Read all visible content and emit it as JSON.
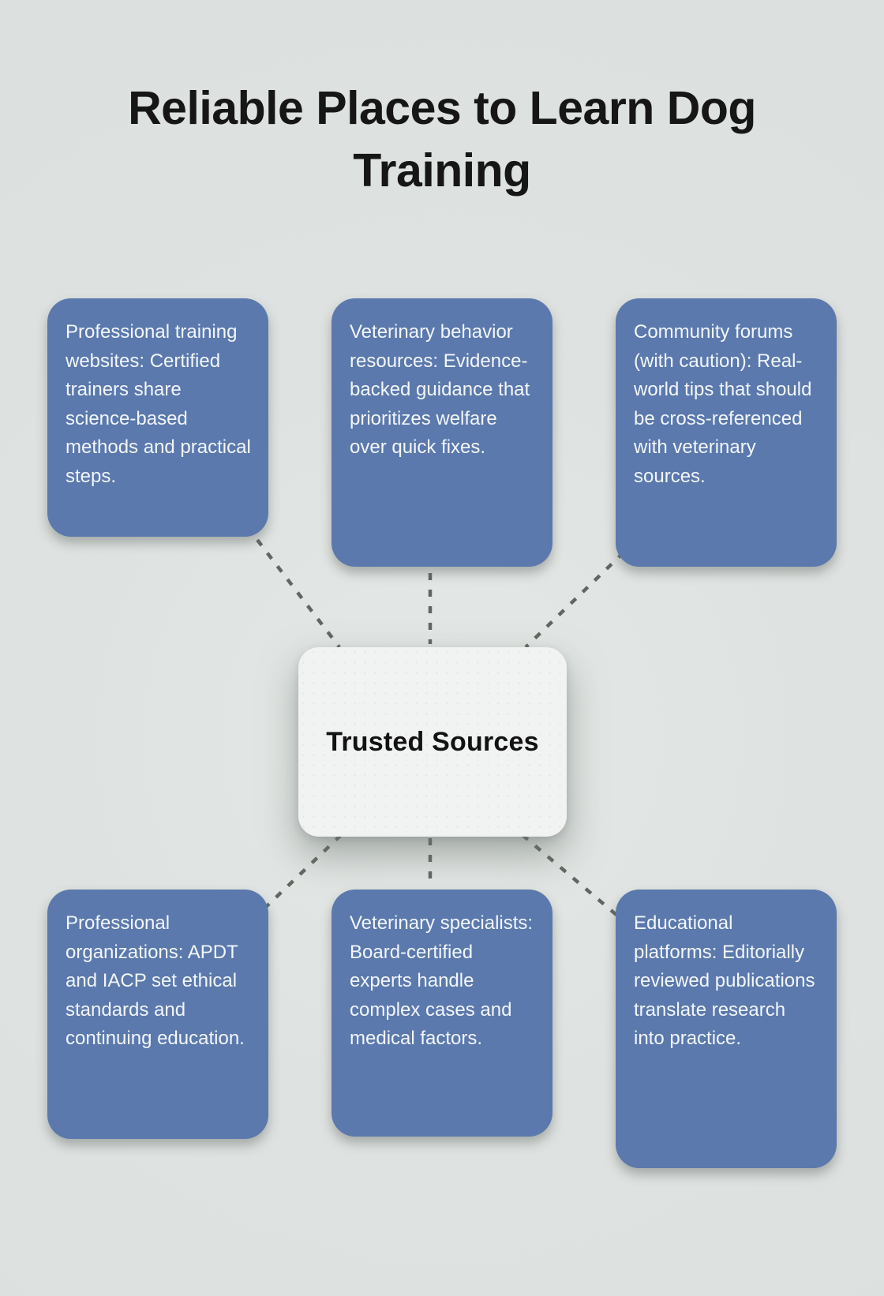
{
  "title": {
    "line1": "Reliable Places to Learn Dog",
    "line2": "Training"
  },
  "hub": {
    "label": "Trusted Sources"
  },
  "nodes": [
    {
      "id": "professional-training-websites",
      "text": "Professional training websites: Certified trainers share science-based methods and practical steps."
    },
    {
      "id": "veterinary-behavior-resources",
      "text": "Veterinary behavior resources: Evidence-backed guidance that prioritizes welfare over quick fixes."
    },
    {
      "id": "community-forums",
      "text": "Community forums (with caution): Real-world tips that should be cross-referenced with veterinary sources."
    },
    {
      "id": "professional-organizations",
      "text": "Professional organizations: APDT and IACP set ethical standards and continuing education."
    },
    {
      "id": "veterinary-specialists",
      "text": "Veterinary specialists: Board-certified experts handle complex cases and medical factors."
    },
    {
      "id": "educational-platforms",
      "text": "Educational platforms: Editorially reviewed publications translate research into practice."
    }
  ],
  "colors": {
    "background": "#dee2e0",
    "node_fill": "#5b79ad",
    "node_text": "#f3f6fa",
    "hub_fill": "#f1f2f2",
    "hub_text": "#121212",
    "connector": "#626662",
    "title_text": "#161616"
  }
}
